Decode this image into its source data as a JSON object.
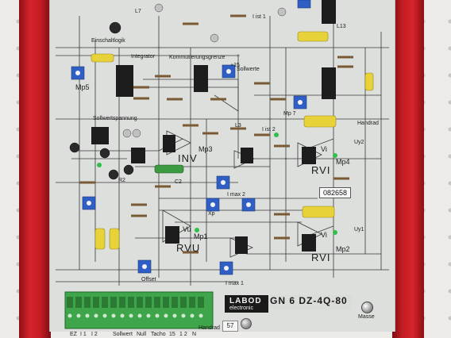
{
  "scene": {
    "description_free": true
  },
  "block_labels": {
    "einschaltlogik": "Einschaltlogik",
    "integrator": "Integrator",
    "kommutierungsgrenze": "Kommutierungsgrenze",
    "sollwertspannung": "Sollwertspannung",
    "sollwerte": "Sollwerte",
    "inv": "INV",
    "rvi_top": "RVI",
    "rvi_bottom": "RVI",
    "rvu": "RVU",
    "vi_top": "Vi",
    "vi_bottom": "Vi",
    "vu": "Vu",
    "offset": "Offset",
    "handrad": "Handrad",
    "ist1": "I ist 1",
    "ist2": "I ist 2"
  },
  "test_points": [
    "Mp5",
    "Mp3",
    "Mp4",
    "Mp1",
    "Mp2",
    "Mp 7"
  ],
  "component_refs": [
    "L7",
    "L13",
    "L3",
    "R2",
    "C2",
    "Xp",
    "Uy1",
    "Uy2",
    "I max 1",
    "I max 2",
    "+15"
  ],
  "terminal_labels": [
    "EZ",
    "I 1",
    "I 2",
    "Sollwert",
    "Null",
    "Tacho",
    "15",
    "1 2",
    "N",
    "Handrad"
  ],
  "brand": {
    "name": "LABOD",
    "subtitle": "electronic",
    "model": "GN 6 DZ-4Q-80"
  },
  "serial_sticker": "082658",
  "tag_number": "57",
  "masse_label": "Masse",
  "colors": {
    "frame_red": "#c41c24",
    "pcb": "#dcdfdc",
    "terminal_green": "#3fa54a",
    "trimmer_blue": "#2f5fc4",
    "cap_yellow": "#e8d23a",
    "ic_black": "#1d1d1d"
  }
}
